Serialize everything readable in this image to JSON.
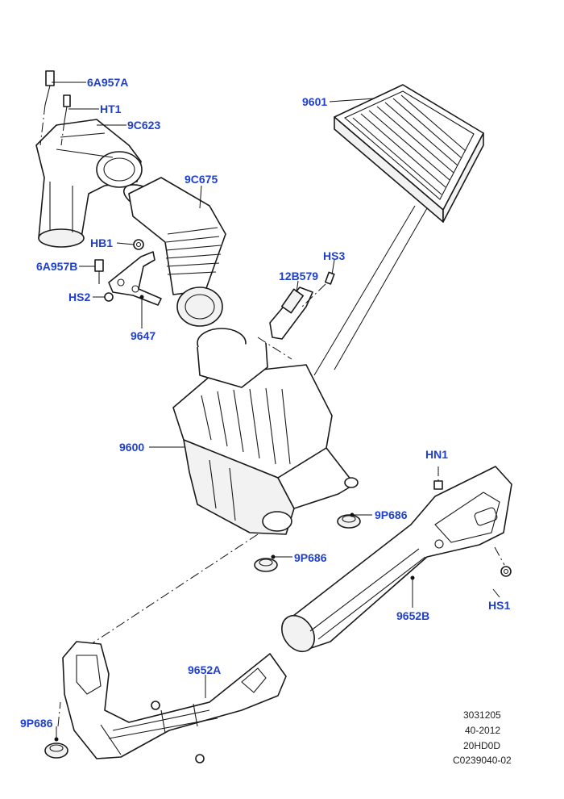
{
  "labels": {
    "6A957A": "6A957A",
    "HT1": "HT1",
    "9C623": "9C623",
    "9601": "9601",
    "9C675": "9C675",
    "HB1": "HB1",
    "HS3": "HS3",
    "6A957B": "6A957B",
    "12B579": "12B579",
    "HS2": "HS2",
    "9647": "9647",
    "9600": "9600",
    "HN1": "HN1",
    "9P686_a": "9P686",
    "9P686_b": "9P686",
    "9652B": "9652B",
    "HS1": "HS1",
    "9652A": "9652A",
    "9P686_c": "9P686"
  },
  "reference": {
    "line1": "3031205",
    "line2": "40-2012",
    "line3": "20HD0D",
    "line4": "C0239040-02"
  },
  "colors": {
    "label": "#1f3fcf",
    "line": "#1a1a1a"
  }
}
